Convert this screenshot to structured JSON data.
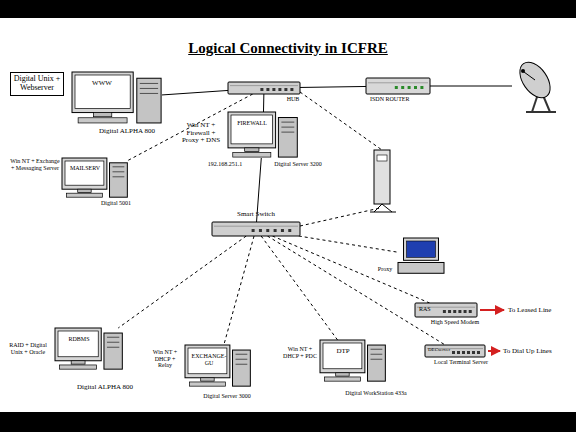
{
  "diagram": {
    "title": "Logical Connectivity in ICFRE",
    "nodes": [
      {
        "text": [
          "Digital Unix + Webserver",
          "WWW",
          "Digital ALPHA 800"
        ]
      },
      {
        "text": [
          "HUB"
        ]
      },
      {
        "text": [
          "ISDN ROUTER"
        ]
      },
      {
        "text": [
          "Win NT + Firewall + Proxy + DNS",
          "FIREWALL",
          "192.168.251.1",
          "Digital Server 3200"
        ]
      },
      {
        "text": [
          "Win NT + Exchange + Messaging Server",
          "MAILSERV",
          "Digital 5001"
        ]
      },
      {
        "text": [
          "Smart Switch"
        ]
      },
      {
        "text": [
          "Proxy"
        ]
      },
      {
        "text": [
          "RAS",
          "High Speed Modem"
        ]
      },
      {
        "text": [
          "RAID + Digital Unix + Oracle",
          "RDBMS",
          "Digital ALPHA 800"
        ]
      },
      {
        "text": [
          "Win NT + DHCP + Relay",
          "EXCHANGE-GU",
          "Digital Server 3000"
        ]
      },
      {
        "text": [
          "Win NT + DHCP + PDC",
          "DTP",
          "Digital WorkStation 433a"
        ]
      },
      {
        "text": [
          "DECserver",
          "Local Terminal Server"
        ]
      }
    ],
    "edges": [
      {
        "from": 1,
        "to": 0,
        "arrow": "none"
      },
      {
        "from": 1,
        "to": 2,
        "arrow": "none"
      },
      {
        "from": 1,
        "to": 3,
        "arrow": "none"
      },
      {
        "from": 1,
        "to": 4,
        "arrow": "none"
      },
      {
        "from": 3,
        "to": 5,
        "arrow": "none"
      },
      {
        "from": 5,
        "to": 6,
        "arrow": "none"
      },
      {
        "from": 5,
        "to": 7,
        "arrow": "none"
      },
      {
        "from": 5,
        "to": 11,
        "arrow": "none"
      },
      {
        "from": 5,
        "to": 10,
        "arrow": "none"
      },
      {
        "from": 5,
        "to": 9,
        "arrow": "none"
      },
      {
        "from": 5,
        "to": 8,
        "arrow": "none"
      }
    ],
    "labels": [
      "To Leased Line",
      "To Dial Up Lines"
    ]
  }
}
